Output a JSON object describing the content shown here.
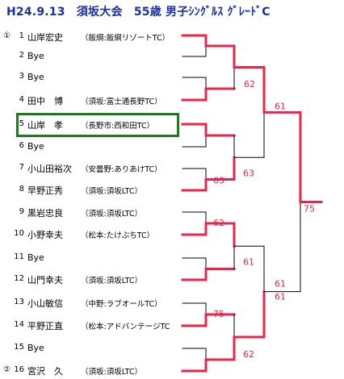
{
  "title": "H24.9.13　須坂大会　55歳 男子ｼﾝｸﾞﾙｽ ｸﾞﾚｰﾄﾞC",
  "players": [
    {
      "seed": "①",
      "num": "1",
      "name": "山岸宏史",
      "team": "（飯綱:飯綱リゾートTC）"
    },
    {
      "seed": "",
      "num": "2",
      "name": "Bye",
      "team": ""
    },
    {
      "seed": "",
      "num": "3",
      "name": "Bye",
      "team": ""
    },
    {
      "seed": "",
      "num": "4",
      "name": "田中　博",
      "team": "（須坂:富士通長野TC）"
    },
    {
      "seed": "",
      "num": "5",
      "name": "山岸　孝",
      "team": "（長野市:西和田TC）"
    },
    {
      "seed": "",
      "num": "6",
      "name": "Bye",
      "team": ""
    },
    {
      "seed": "",
      "num": "7",
      "name": "小山田裕次",
      "team": "（安曇野:ありあけTC）"
    },
    {
      "seed": "",
      "num": "8",
      "name": "早野正秀",
      "team": "（須坂:須坂LTC）"
    },
    {
      "seed": "",
      "num": "9",
      "name": "黒岩忠良",
      "team": "（須坂:須坂LTC）"
    },
    {
      "seed": "",
      "num": "10",
      "name": "小野幸夫",
      "team": "（松本:たけぶちTC）"
    },
    {
      "seed": "",
      "num": "11",
      "name": "Bye",
      "team": ""
    },
    {
      "seed": "",
      "num": "12",
      "name": "山門幸夫",
      "team": "（須坂:須坂LTC）"
    },
    {
      "seed": "",
      "num": "13",
      "name": "小山敏信",
      "team": "（中野:ラブオールTC）"
    },
    {
      "seed": "",
      "num": "14",
      "name": "平野正直",
      "team": "（松本:アドバンテージTC"
    },
    {
      "seed": "",
      "num": "15",
      "name": "Bye",
      "team": ""
    },
    {
      "seed": "②",
      "num": "16",
      "name": "宮沢　久",
      "team": "（須坂:須坂LTC）"
    }
  ],
  "scores": {
    "r2_m1": "62",
    "r2_m2": "63",
    "r1_m4": "63",
    "r1_m5": "62",
    "r2_m3": "61",
    "r1_m7": "75",
    "r2_m4": "62",
    "sf1": "61",
    "sf2_top": "61",
    "sf2": "61",
    "final": "75"
  },
  "colors": {
    "title": "#1a2fa6",
    "win_line": "#e8254a",
    "line": "#000000",
    "highlight_box": "#1e7a1e"
  }
}
